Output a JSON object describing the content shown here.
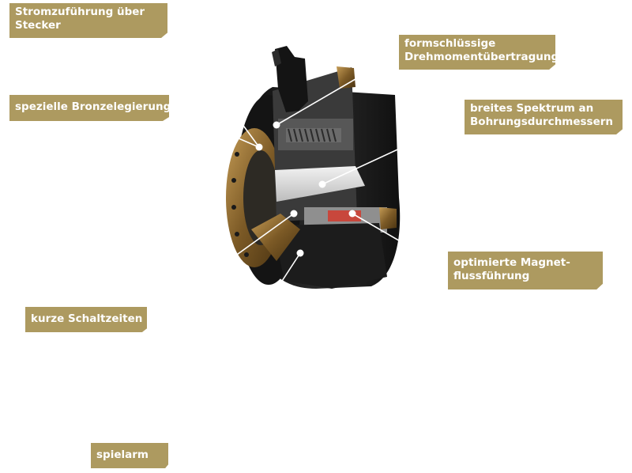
{
  "labels": {
    "stecker": {
      "line1": "Stromzuführung über",
      "line2": "Stecker"
    },
    "bronze": {
      "line1": "spezielle Bronzelegierung"
    },
    "schaltzeiten": {
      "line1": "kurze Schaltzeiten"
    },
    "spielarm": {
      "line1": "spielarm"
    },
    "formschluss": {
      "line1": "formschlüssige",
      "line2": "Drehmomentübertragung"
    },
    "bohrung": {
      "line1": "breites Spektrum an",
      "line2": "Bohrungsdurchmessern"
    },
    "magnet": {
      "line1": "optimierte Magnet-",
      "line2": "flussführung"
    }
  },
  "colors": {
    "label_bg": "#ad9a60",
    "label_text": "#ffffff",
    "bronze": "#8a6a34",
    "body_dark": "#1b1b1b",
    "coil_red": "#c8473c"
  }
}
